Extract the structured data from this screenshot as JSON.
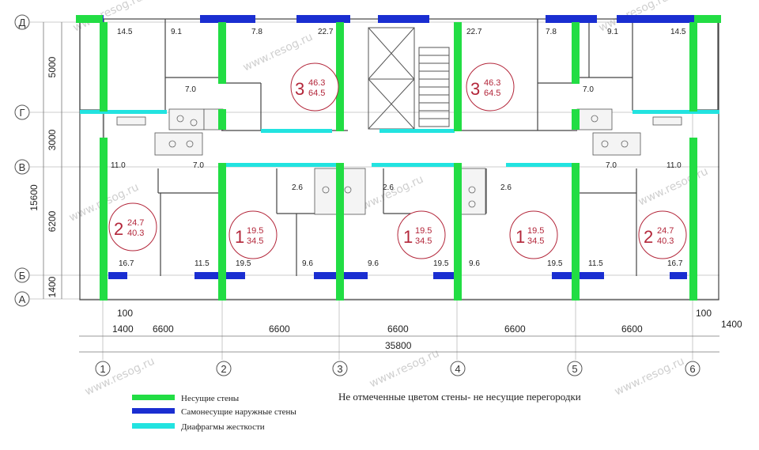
{
  "axes_letters": [
    "Д",
    "Г",
    "В",
    "Б",
    "А"
  ],
  "axes_numbers": [
    "1",
    "2",
    "3",
    "4",
    "5",
    "6"
  ],
  "vertical_dims": [
    "5000",
    "3000",
    "15600",
    "6200",
    "1400"
  ],
  "bottom_dims": {
    "side_left": "1400",
    "side_right": "1400",
    "offset_left": "100",
    "offset_right": "100",
    "spans": [
      "6600",
      "6600",
      "6600",
      "6600",
      "6600"
    ],
    "total": "35800"
  },
  "room_areas": {
    "top": [
      "14.5",
      "9.1",
      "7.8",
      "22.7",
      "22.7",
      "7.8",
      "9.1",
      "14.5"
    ],
    "upper_mid": [
      "7.0",
      "7.0"
    ],
    "mid": [
      "11.0",
      "7.0",
      "2.6",
      "2.6",
      "2.6",
      "7.0",
      "11.0"
    ],
    "bottom": [
      "16.7",
      "11.5",
      "19.5",
      "9.6",
      "9.6",
      "19.5",
      "9.6",
      "19.5",
      "11.5",
      "16.7"
    ]
  },
  "apartments": [
    {
      "rooms": "3",
      "living": "46.3",
      "total": "64.5"
    },
    {
      "rooms": "3",
      "living": "46.3",
      "total": "64.5"
    },
    {
      "rooms": "2",
      "living": "24.7",
      "total": "40.3"
    },
    {
      "rooms": "1",
      "living": "19.5",
      "total": "34.5"
    },
    {
      "rooms": "1",
      "living": "19.5",
      "total": "34.5"
    },
    {
      "rooms": "1",
      "living": "19.5",
      "total": "34.5"
    },
    {
      "rooms": "2",
      "living": "24.7",
      "total": "40.3"
    }
  ],
  "legend": [
    {
      "label": "Несущие стены",
      "color": "#22dd44"
    },
    {
      "label": "Самонесущие наружные стены",
      "color": "#1a2ed1"
    },
    {
      "label": "Диафрагмы жесткости",
      "color": "#22e3e0"
    }
  ],
  "note": "Не отмеченные цветом стены- не несущие перегородки",
  "watermark": "www.resog.ru",
  "colors": {
    "bearing": "#22dd44",
    "self_bearing": "#1a2ed1",
    "diaphragm": "#22e3e0",
    "apartment_red": "#b3263a"
  }
}
